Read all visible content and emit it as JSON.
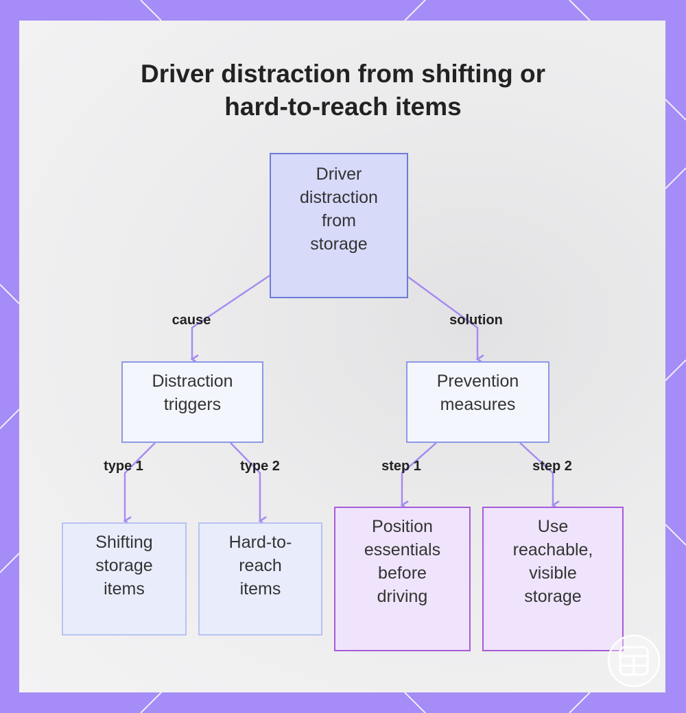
{
  "title": {
    "line1": "Driver distraction from shifting or",
    "line2": "hard-to-reach items"
  },
  "nodes": {
    "root": [
      "Driver",
      "distraction",
      "from",
      "storage"
    ],
    "triggers": [
      "Distraction",
      "triggers"
    ],
    "prevention": [
      "Prevention",
      "measures"
    ],
    "shifting": [
      "Shifting",
      "storage",
      "items"
    ],
    "hard_to_reach": [
      "Hard-to-",
      "reach",
      "items"
    ],
    "position": [
      "Position",
      "essentials",
      "before",
      "driving"
    ],
    "use_storage": [
      "Use",
      "reachable,",
      "visible",
      "storage"
    ]
  },
  "edges": {
    "cause": "cause",
    "solution": "solution",
    "type1": "type 1",
    "type2": "type 2",
    "step1": "step 1",
    "step2": "step 2"
  },
  "colors": {
    "frame": "#a58cf6",
    "connector": "#a78bf0",
    "root_fill": "#d7daf9",
    "leaf_purple_border": "#a95bd8"
  },
  "icons": {
    "watermark": "grid-logo-icon"
  }
}
